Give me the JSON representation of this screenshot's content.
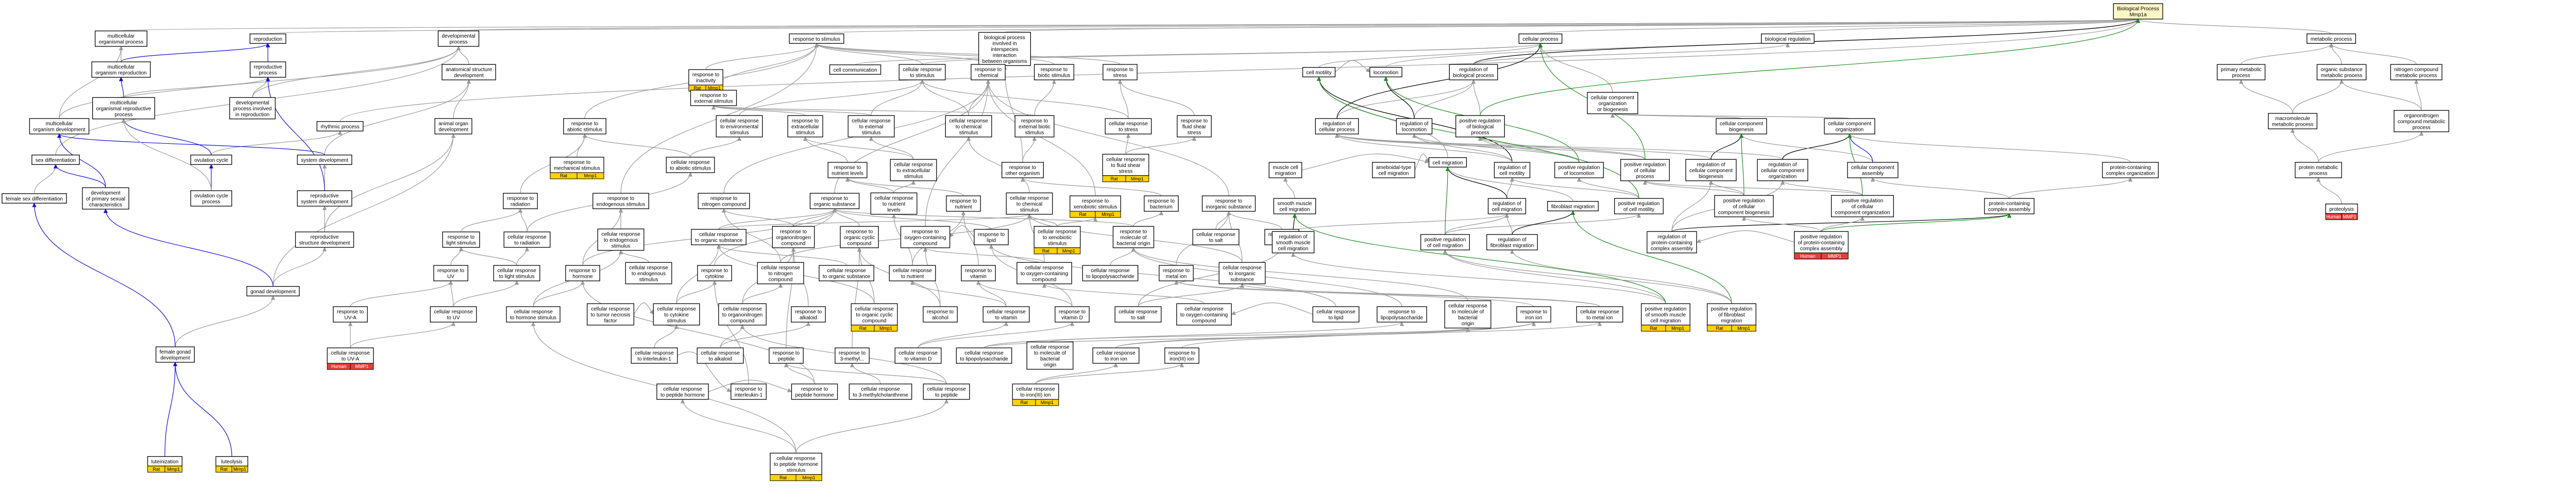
{
  "colors": {
    "is_a": "#9a9a9a",
    "part_of": "#1010dd",
    "regulates": "#000000",
    "positively_regulates": "#1f8f1f",
    "rat_tag": "#ffd200",
    "human_tag": "#e2413b"
  },
  "nodes": [
    {
      "id": "bp",
      "label": [
        "Biological Process",
        "Mmp1a"
      ]
    },
    {
      "id": "mop",
      "label": [
        "multicellular",
        "organismal process"
      ]
    },
    {
      "id": "repro",
      "label": [
        "reproduction"
      ]
    },
    {
      "id": "devp",
      "label": [
        "developmental",
        "process"
      ]
    },
    {
      "id": "rts",
      "label": [
        "response to stimulus"
      ]
    },
    {
      "id": "interspec",
      "label": [
        "biological process",
        "involved in",
        "interspecies",
        "interaction",
        "between organisms"
      ]
    },
    {
      "id": "cellp",
      "label": [
        "cellular process"
      ]
    },
    {
      "id": "bioreg",
      "label": [
        "biological regulation"
      ]
    },
    {
      "id": "metab",
      "label": [
        "metabolic process"
      ]
    },
    {
      "id": "mor",
      "label": [
        "multicellular",
        "organism reproduction"
      ]
    },
    {
      "id": "reprop",
      "label": [
        "reproductive",
        "process"
      ]
    },
    {
      "id": "asd",
      "label": [
        "anatomical structure",
        "development"
      ]
    },
    {
      "id": "rtinact",
      "label": [
        "response to",
        "inactivity"
      ],
      "annot": [
        "Rat",
        "Mmp1"
      ]
    },
    {
      "id": "rtextstim",
      "label": [
        "response to",
        "external stimulus"
      ]
    },
    {
      "id": "cellcomm",
      "label": [
        "cell communication"
      ]
    },
    {
      "id": "crts",
      "label": [
        "cellular response",
        "to stimulus"
      ]
    },
    {
      "id": "rtchem_top",
      "label": [
        "response to",
        "chemical"
      ]
    },
    {
      "id": "rtbiotic",
      "label": [
        "response to",
        "biotic stimulus"
      ]
    },
    {
      "id": "rtstress",
      "label": [
        "response to",
        "stress"
      ]
    },
    {
      "id": "locomotion",
      "label": [
        "locomotion"
      ]
    },
    {
      "id": "cellmotility",
      "label": [
        "cell motility"
      ]
    },
    {
      "id": "regbioproc",
      "label": [
        "regulation of",
        "biological process"
      ]
    },
    {
      "id": "ccorgbio",
      "label": [
        "cellular component",
        "organization",
        "or biogenesis"
      ]
    },
    {
      "id": "primmetab",
      "label": [
        "primary metabolic",
        "process"
      ]
    },
    {
      "id": "orgsubmetab",
      "label": [
        "organic substance",
        "metabolic process"
      ]
    },
    {
      "id": "nitrometab",
      "label": [
        "nitrogen compound",
        "metabolic process"
      ]
    },
    {
      "id": "mod",
      "label": [
        "multicellular",
        "organism development"
      ]
    },
    {
      "id": "morp",
      "label": [
        "multicellular",
        "organismal reproductive",
        "process"
      ]
    },
    {
      "id": "devrepro",
      "label": [
        "developmental",
        "process involved",
        "in reproduction"
      ]
    },
    {
      "id": "rhythmic",
      "label": [
        "rhythmic process"
      ]
    },
    {
      "id": "animorgdev",
      "label": [
        "animal organ",
        "development"
      ]
    },
    {
      "id": "rtabiotic",
      "label": [
        "response to",
        "abiotic stimulus"
      ]
    },
    {
      "id": "crtenv",
      "label": [
        "cellular response",
        "to environmental",
        "stimulus"
      ]
    },
    {
      "id": "rtextracell",
      "label": [
        "response to",
        "extracellular",
        "stimulus"
      ]
    },
    {
      "id": "crtext",
      "label": [
        "cellular response",
        "to external",
        "stimulus"
      ]
    },
    {
      "id": "crtchemstim",
      "label": [
        "cellular response",
        "to chemical",
        "stimulus"
      ]
    },
    {
      "id": "rtextbiotic",
      "label": [
        "response to",
        "external biotic",
        "stimulus"
      ]
    },
    {
      "id": "crtstress",
      "label": [
        "cellular response",
        "to stress"
      ]
    },
    {
      "id": "rtfluidshear",
      "label": [
        "response to",
        "fluid shear",
        "stress"
      ]
    },
    {
      "id": "regcellproc",
      "label": [
        "regulation of",
        "cellular process"
      ]
    },
    {
      "id": "posregbio",
      "label": [
        "positive regulation",
        "of biological",
        "process"
      ]
    },
    {
      "id": "regloco",
      "label": [
        "regulation of",
        "locomotion"
      ]
    },
    {
      "id": "cellmig",
      "label": [
        "cell migration"
      ]
    },
    {
      "id": "ccbiogen",
      "label": [
        "cellular component",
        "biogenesis"
      ]
    },
    {
      "id": "ccorg",
      "label": [
        "cellular component",
        "organization"
      ]
    },
    {
      "id": "macromet",
      "label": [
        "macromolecule",
        "metabolic process"
      ]
    },
    {
      "id": "orgnitro",
      "label": [
        "organonitrogen",
        "compound metabolic",
        "process"
      ]
    },
    {
      "id": "sexdiff",
      "label": [
        "sex differentiation"
      ]
    },
    {
      "id": "ovcycle",
      "label": [
        "ovulation cycle"
      ]
    },
    {
      "id": "sysdev",
      "label": [
        "system development"
      ]
    },
    {
      "id": "rtmechstim",
      "label": [
        "response to",
        "mechanical stimulus"
      ],
      "annot": [
        "Rat",
        "Mmp1"
      ]
    },
    {
      "id": "crtabiotic",
      "label": [
        "cellular response",
        "to abiotic stimulus"
      ]
    },
    {
      "id": "rtnutrlev",
      "label": [
        "response to",
        "nutrient levels"
      ]
    },
    {
      "id": "crtextracell",
      "label": [
        "cellular response",
        "to extracellular",
        "stimulus"
      ]
    },
    {
      "id": "rtotherorg",
      "label": [
        "response to",
        "other organism"
      ]
    },
    {
      "id": "crtfluidshear",
      "label": [
        "cellular response",
        "to fluid shear",
        "stress"
      ],
      "annot": [
        "Rat",
        "Mmp1"
      ]
    },
    {
      "id": "musclecellmig",
      "label": [
        "muscle cell",
        "migration"
      ]
    },
    {
      "id": "ameboid",
      "label": [
        "ameboidal-type",
        "cell migration"
      ]
    },
    {
      "id": "regcellmot",
      "label": [
        "regulation of",
        "cell motility"
      ]
    },
    {
      "id": "posregloco",
      "label": [
        "positive regulation",
        "of locomotion"
      ]
    },
    {
      "id": "posregcell",
      "label": [
        "positive regulation",
        "of cellular",
        "process"
      ]
    },
    {
      "id": "regccbio",
      "label": [
        "regulation of",
        "cellular component",
        "biogenesis"
      ]
    },
    {
      "id": "regccorg",
      "label": [
        "regulation of",
        "cellular component",
        "organization"
      ]
    },
    {
      "id": "protcontcca",
      "label": [
        "protein-containing",
        "complex organization"
      ]
    },
    {
      "id": "ccassembly",
      "label": [
        "cellular component",
        "assembly"
      ]
    },
    {
      "id": "protmetab",
      "label": [
        "protein metabolic",
        "process"
      ]
    },
    {
      "id": "femsexdiff",
      "label": [
        "female sex differentiation"
      ]
    },
    {
      "id": "devprimsex",
      "label": [
        "development",
        "of primary sexual",
        "characteristics"
      ]
    },
    {
      "id": "ovcycproc",
      "label": [
        "ovulation cycle",
        "process"
      ]
    },
    {
      "id": "reprosysdev",
      "label": [
        "reproductive",
        "system development"
      ]
    },
    {
      "id": "rtradiation",
      "label": [
        "response to",
        "radiation"
      ]
    },
    {
      "id": "rtendo",
      "label": [
        "response to",
        "endogenous stimulus"
      ]
    },
    {
      "id": "rtnitrogen",
      "label": [
        "response to",
        "nitrogen compound"
      ]
    },
    {
      "id": "rtorganic",
      "label": [
        "response to",
        "organic substance"
      ]
    },
    {
      "id": "crtnutrlev",
      "label": [
        "cellular response",
        "to nutrient",
        "levels"
      ]
    },
    {
      "id": "rtnutrient",
      "label": [
        "response to",
        "nutrient"
      ]
    },
    {
      "id": "crtchem",
      "label": [
        "cellular response",
        "to chemical",
        "stimulus"
      ]
    },
    {
      "id": "rtxeno",
      "label": [
        "response to",
        "xenobiotic stimulus"
      ],
      "annot": [
        "Rat",
        "Mmp1"
      ]
    },
    {
      "id": "rtbacterium",
      "label": [
        "response to",
        "bacterium"
      ]
    },
    {
      "id": "rtinorg",
      "label": [
        "response to",
        "inorganic substance"
      ]
    },
    {
      "id": "smoothmig",
      "label": [
        "smooth muscle",
        "cell migration"
      ]
    },
    {
      "id": "regcellmig",
      "label": [
        "regulation of",
        "cell migration"
      ]
    },
    {
      "id": "fibromig",
      "label": [
        "fibroblast migration"
      ]
    },
    {
      "id": "posregcellmot",
      "label": [
        "positive regulation",
        "of cell motility"
      ]
    },
    {
      "id": "posregccbio",
      "label": [
        "positive regulation",
        "of cellular",
        "component biogenesis"
      ]
    },
    {
      "id": "posregccorg",
      "label": [
        "positive regulation",
        "of cellular",
        "component organization"
      ]
    },
    {
      "id": "protcomplexasm",
      "label": [
        "protein-containing",
        "complex assembly"
      ]
    },
    {
      "id": "proteolysis",
      "label": [
        "proteolysis"
      ],
      "annot": [
        "Human",
        "MMP1"
      ]
    },
    {
      "id": "repstructdev",
      "label": [
        "reproductive",
        "structure development"
      ]
    },
    {
      "id": "rtlight",
      "label": [
        "response to",
        "light stimulus"
      ]
    },
    {
      "id": "crtradiation",
      "label": [
        "cellular response",
        "to radiation"
      ]
    },
    {
      "id": "crtendo",
      "label": [
        "cellular response",
        "to endogenous",
        "stimulus"
      ]
    },
    {
      "id": "crtorgsub",
      "label": [
        "cellular response",
        "to organic substance"
      ]
    },
    {
      "id": "rtorgnitro",
      "label": [
        "response to",
        "organonitrogen",
        "compound"
      ]
    },
    {
      "id": "rtorgcyclic",
      "label": [
        "response to",
        "organic cyclic",
        "compound"
      ]
    },
    {
      "id": "rtoxygen",
      "label": [
        "response to",
        "oxygen-containing",
        "compound"
      ]
    },
    {
      "id": "rtlipid",
      "label": [
        "response to",
        "lipid"
      ]
    },
    {
      "id": "crtxeno",
      "label": [
        "cellular response",
        "to xenobiotic",
        "stimulus"
      ],
      "annot": [
        "Rat",
        "Mmp1"
      ]
    },
    {
      "id": "rtmolbact",
      "label": [
        "response to",
        "molecule of",
        "bacterial origin"
      ]
    },
    {
      "id": "crtsalt_top",
      "label": [
        "cellular response",
        "to salt"
      ]
    },
    {
      "id": "rtsalt",
      "label": [
        "response to",
        "salt"
      ]
    },
    {
      "id": "regsmoothmig",
      "label": [
        "regulation of",
        "smooth muscle",
        "cell migration"
      ]
    },
    {
      "id": "posregcellmig",
      "label": [
        "positive regulation",
        "of cell migration"
      ]
    },
    {
      "id": "regfibromig",
      "label": [
        "regulation of",
        "fibroblast migration"
      ]
    },
    {
      "id": "regprotcomplex",
      "label": [
        "regulation of",
        "protein-containing",
        "complex assembly"
      ]
    },
    {
      "id": "posregprotcomplex",
      "label": [
        "positive regulation",
        "of protein-containing",
        "complex assembly"
      ],
      "annot": [
        "Human",
        "MMP1"
      ]
    },
    {
      "id": "rtuv",
      "label": [
        "response to",
        "UV"
      ]
    },
    {
      "id": "crtlight",
      "label": [
        "cellular response",
        "to light stimulus"
      ]
    },
    {
      "id": "rthormone",
      "label": [
        "response to",
        "hormone"
      ]
    },
    {
      "id": "crtendostim",
      "label": [
        "cellular response",
        "to endogenous",
        "stimulus"
      ]
    },
    {
      "id": "rtcytokine",
      "label": [
        "response to",
        "cytokine"
      ]
    },
    {
      "id": "crtnitro",
      "label": [
        "cellular response",
        "to nitrogen",
        "compound"
      ]
    },
    {
      "id": "crtorganic",
      "label": [
        "cellular response",
        "to organic substance"
      ]
    },
    {
      "id": "crtnutrient",
      "label": [
        "cellular response",
        "to nutrient"
      ]
    },
    {
      "id": "rtvitamin",
      "label": [
        "response to",
        "vitamin"
      ]
    },
    {
      "id": "crtoxygen",
      "label": [
        "cellular response",
        "to oxygen-containing",
        "compound"
      ]
    },
    {
      "id": "crtlps_top",
      "label": [
        "cellular response",
        "to lipopolysaccharide"
      ]
    },
    {
      "id": "rtmetalion",
      "label": [
        "response to",
        "metal ion"
      ]
    },
    {
      "id": "crtinorg",
      "label": [
        "cellular response",
        "to inorganic",
        "substance"
      ]
    },
    {
      "id": "gonaddev",
      "label": [
        "gonad development"
      ]
    },
    {
      "id": "rtuva",
      "label": [
        "response to",
        "UV-A"
      ]
    },
    {
      "id": "crtuv",
      "label": [
        "cellular response",
        "to UV"
      ]
    },
    {
      "id": "crthormone",
      "label": [
        "cellular response",
        "to hormone stimulus"
      ]
    },
    {
      "id": "crttnf",
      "label": [
        "cellular response",
        "to tumor necrosis",
        "factor"
      ]
    },
    {
      "id": "crtcytokine",
      "label": [
        "cellular response",
        "to cytokine",
        "stimulus"
      ]
    },
    {
      "id": "crtorgnitro",
      "label": [
        "cellular response",
        "to organonitrogen",
        "compound"
      ]
    },
    {
      "id": "rtalkaloid",
      "label": [
        "response to",
        "alkaloid"
      ]
    },
    {
      "id": "crtorgcyclic",
      "label": [
        "cellular response",
        "to organic cyclic",
        "compound"
      ],
      "annot": [
        "Rat",
        "Mmp1"
      ]
    },
    {
      "id": "rtalcohol",
      "label": [
        "response to",
        "alcohol"
      ]
    },
    {
      "id": "crtvitamin",
      "label": [
        "cellular response",
        "to vitamin"
      ]
    },
    {
      "id": "rtvitd",
      "label": [
        "response to",
        "vitamin D"
      ]
    },
    {
      "id": "crtoxycont",
      "label": [
        "cellular response",
        "to oxygen-containing",
        "compound"
      ]
    },
    {
      "id": "crtlipid",
      "label": [
        "cellular response",
        "to lipid"
      ]
    },
    {
      "id": "rtlps",
      "label": [
        "response to",
        "lipopolysaccharide"
      ]
    },
    {
      "id": "crtmolbact",
      "label": [
        "cellular response",
        "to molecule of",
        "bacterial",
        "origin"
      ]
    },
    {
      "id": "crtsalt",
      "label": [
        "cellular response",
        "to salt"
      ]
    },
    {
      "id": "rtironion",
      "label": [
        "response to",
        "iron ion"
      ]
    },
    {
      "id": "crtmetal",
      "label": [
        "cellular response",
        "to metal ion"
      ]
    },
    {
      "id": "posregsmooth",
      "label": [
        "positive regulation",
        "of smooth muscle",
        "cell migration"
      ],
      "annot": [
        "Rat",
        "Mmp1"
      ]
    },
    {
      "id": "posregfibro",
      "label": [
        "positive regulation",
        "of fibroblast",
        "migration"
      ],
      "annot": [
        "Rat",
        "Mmp1"
      ]
    },
    {
      "id": "femgonaddev",
      "label": [
        "female gonad",
        "development"
      ]
    },
    {
      "id": "crtuva",
      "label": [
        "cellular response",
        "to UV-A"
      ],
      "annot": [
        "Human",
        "MMP1"
      ]
    },
    {
      "id": "crtil1",
      "label": [
        "cellular response",
        "to interleukin-1"
      ]
    },
    {
      "id": "crtalkaloid",
      "label": [
        "cellular response",
        "to alkaloid"
      ]
    },
    {
      "id": "rtpeptide",
      "label": [
        "response to",
        "peptide"
      ]
    },
    {
      "id": "rt3methyl",
      "label": [
        "response to",
        "3-methyl..."
      ]
    },
    {
      "id": "crtvitd",
      "label": [
        "cellular response",
        "to vitamin D"
      ]
    },
    {
      "id": "crtlps",
      "label": [
        "cellular response",
        "to lipopolysaccharide"
      ]
    },
    {
      "id": "crtmolbact2",
      "label": [
        "cellular response",
        "to molecule of",
        "bacterial",
        "origin"
      ]
    },
    {
      "id": "crtironion",
      "label": [
        "cellular response",
        "to iron ion"
      ]
    },
    {
      "id": "crtpeptidehorm",
      "label": [
        "cellular response",
        "to peptide hormone"
      ]
    },
    {
      "id": "rtil1",
      "label": [
        "response to",
        "interleukin-1"
      ]
    },
    {
      "id": "rtpeptidehorm",
      "label": [
        "response to",
        "peptide hormone"
      ]
    },
    {
      "id": "crt3methyl",
      "label": [
        "cellular response",
        "to 3-methylcholanthrene"
      ]
    },
    {
      "id": "crtpeptide",
      "label": [
        "cellular response",
        "to peptide"
      ]
    },
    {
      "id": "crtironionbot",
      "label": [
        "cellular response",
        "to iron(III) ion"
      ],
      "annot": [
        "Rat",
        "Mmp1"
      ]
    },
    {
      "id": "rtironiii",
      "label": [
        "response to",
        "iron(III) ion"
      ]
    },
    {
      "id": "luteinization",
      "label": [
        "luteinization"
      ],
      "annot": [
        "Rat",
        "Mmp1"
      ]
    },
    {
      "id": "luteolysis",
      "label": [
        "luteolysis"
      ],
      "annot": [
        "Rat",
        "Mmp1"
      ]
    },
    {
      "id": "crtpeptidehormbot",
      "label": [
        "cellular response",
        "to peptide hormone",
        "stimulus"
      ],
      "annot": [
        "Rat",
        "Mmp1"
      ]
    }
  ]
}
